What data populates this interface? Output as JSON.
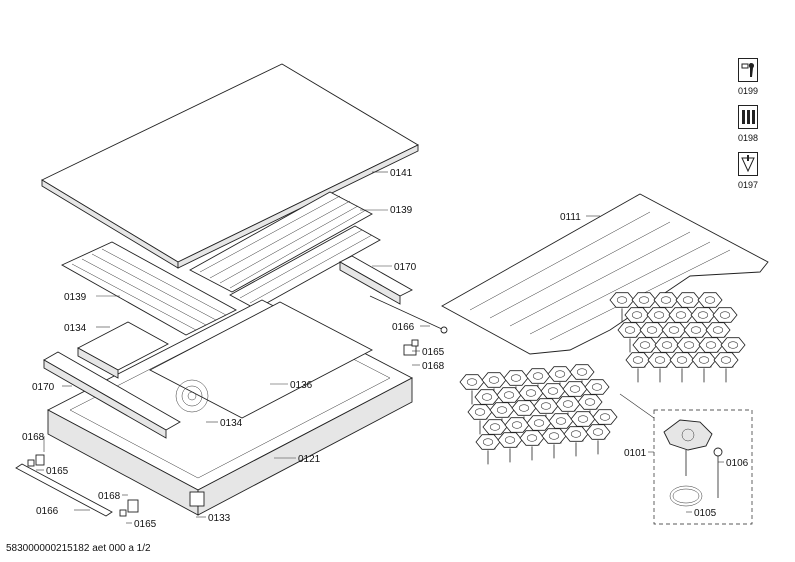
{
  "labels": {
    "p0141": "0141",
    "p0139a": "0139",
    "p0139b": "0139",
    "p0170a": "0170",
    "p0170b": "0170",
    "p0134a": "0134",
    "p0134b": "0134",
    "p0166a": "0166",
    "p0166b": "0166",
    "p0165a": "0165",
    "p0165b": "0165",
    "p0165c": "0165",
    "p0168a": "0168",
    "p0168b": "0168",
    "p0168c": "0168",
    "p0136": "0136",
    "p0121": "0121",
    "p0133": "0133",
    "p0111": "0111",
    "p0101": "0101",
    "p0106": "0106",
    "p0105": "0105"
  },
  "icons": [
    {
      "name": "tool-icon",
      "label": "0199"
    },
    {
      "name": "screws-icon",
      "label": "0198"
    },
    {
      "name": "grease-icon",
      "label": "0197"
    }
  ],
  "footer": "583000000215182 aet 000 a 1/2"
}
